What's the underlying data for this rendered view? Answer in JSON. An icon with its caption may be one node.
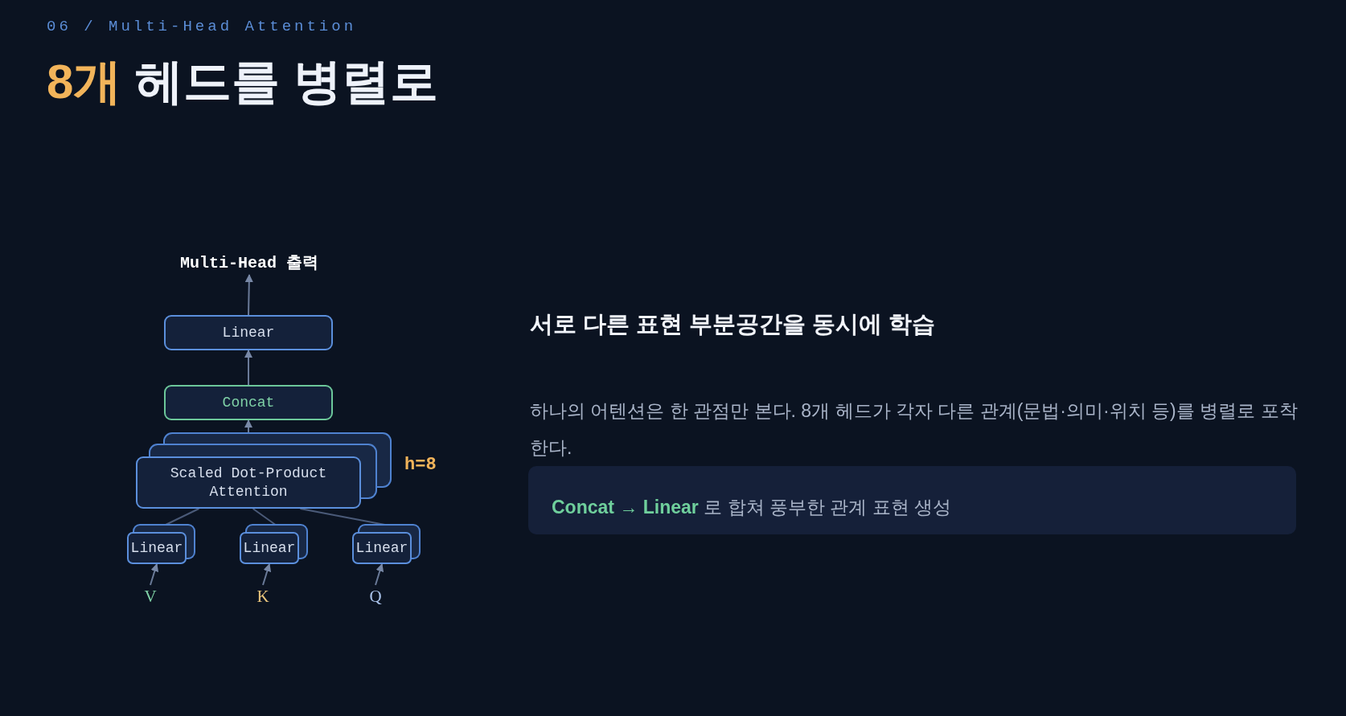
{
  "diagram": {
    "title": "8개 헤드를 병렬로",
    "nodes": [
      {
        "text": [
          "Multi-Head 출력"
        ]
      },
      {
        "text": [
          "Linear"
        ]
      },
      {
        "text": [
          "Concat"
        ]
      },
      {
        "text": [
          "Scaled Dot-Product Attention"
        ]
      },
      {
        "text": [
          "Linear"
        ]
      },
      {
        "text": [
          "Linear"
        ]
      },
      {
        "text": [
          "Linear"
        ]
      },
      {
        "text": [
          "V"
        ]
      },
      {
        "text": [
          "K"
        ]
      },
      {
        "text": [
          "Q"
        ]
      }
    ],
    "edges": [
      {
        "from": 7,
        "to": 4,
        "arrow": "to"
      },
      {
        "from": 8,
        "to": 5,
        "arrow": "to"
      },
      {
        "from": 9,
        "to": 6,
        "arrow": "to"
      },
      {
        "from": 4,
        "to": 3,
        "arrow": "none"
      },
      {
        "from": 5,
        "to": 3,
        "arrow": "none"
      },
      {
        "from": 6,
        "to": 3,
        "arrow": "none"
      },
      {
        "from": 3,
        "to": 2,
        "arrow": "to"
      },
      {
        "from": 2,
        "to": 1,
        "arrow": "to"
      },
      {
        "from": 1,
        "to": 0,
        "arrow": "to"
      }
    ],
    "labels": [
      "06 / Multi-Head Attention",
      "h=8",
      "서로 다른 표현 부분공간을 동시에 학습",
      "하나의 어텐션은 한 관점만 본다. 8개 헤드가 각자 다른 관계(문법·의미·위치 등)를 병렬로 포착한다.",
      "**Concat → Linear** 로 합쳐 풍부한 관계 표현 생성"
    ]
  }
}
